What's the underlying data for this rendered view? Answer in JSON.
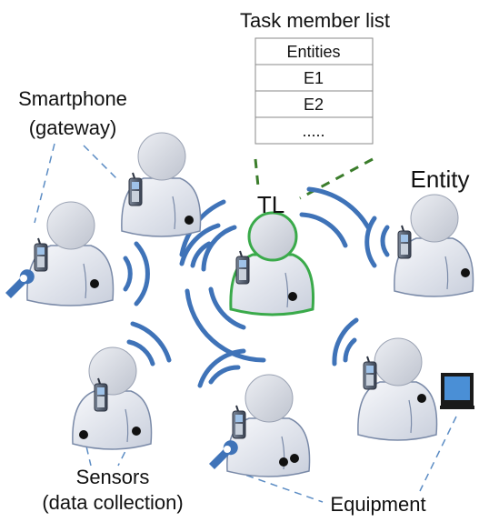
{
  "labels": {
    "smartphone_line1": "Smartphone",
    "smartphone_line2": "(gateway)",
    "table_title": "Task member list",
    "tl": "TL",
    "entity": "Entity",
    "sensors_line1": "Sensors",
    "sensors_line2": "(data collection)",
    "equipment": "Equipment"
  },
  "task_member_list": {
    "rows": [
      "Entities",
      "E1",
      "E2",
      "....."
    ]
  },
  "colors": {
    "body_fill": "#e9ecf4",
    "body_stroke": "#7a8aa8",
    "tl_stroke": "#3aaa4a",
    "signal": "#3f73b8",
    "dash_blue": "#5b8cc4",
    "dash_green": "#3b7d2b"
  }
}
